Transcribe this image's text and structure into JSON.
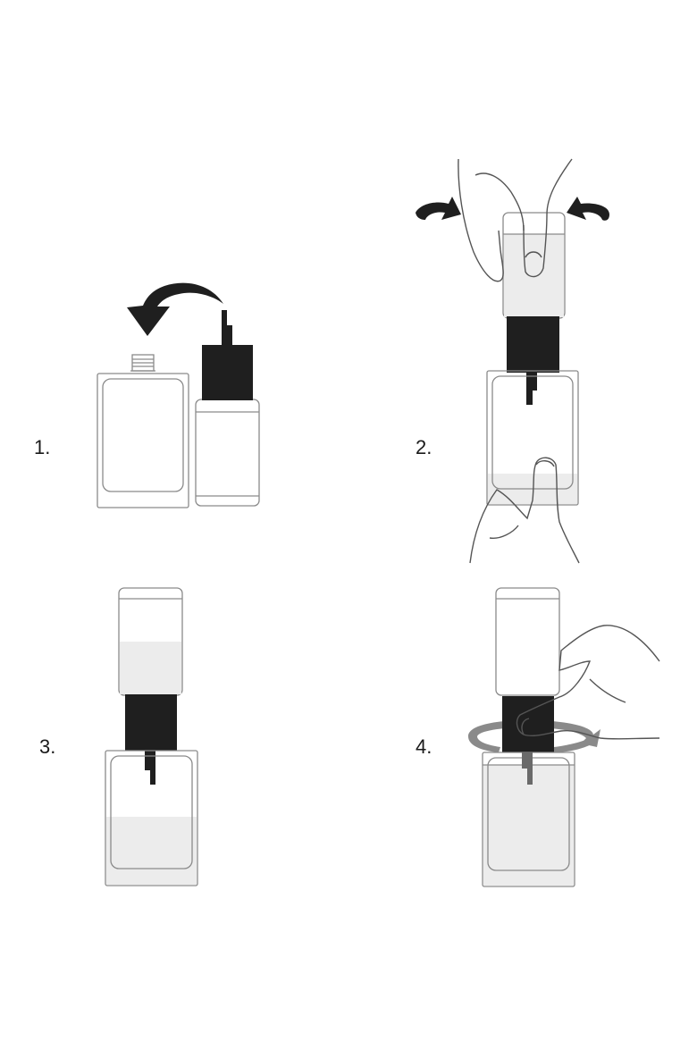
{
  "steps": [
    {
      "number": "1."
    },
    {
      "number": "2."
    },
    {
      "number": "3."
    },
    {
      "number": "4."
    }
  ],
  "colors": {
    "background": "#ffffff",
    "cap": "#1f1f1f",
    "liquid": "#ececec",
    "outline": "#8a8a8a",
    "rotation_arrow_step4": "#888888"
  },
  "icons": [
    "curved-arrow-icon",
    "rotate-arrow-icon",
    "hand-icon",
    "bottle-icon",
    "refill-bottle-icon"
  ]
}
